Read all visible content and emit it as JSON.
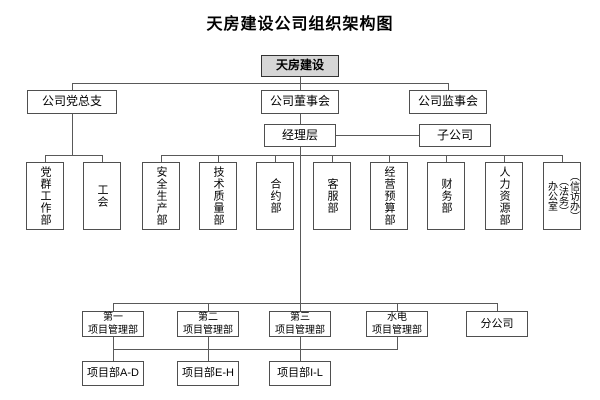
{
  "title": "天房建设公司组织架构图",
  "root": {
    "label": "天房建设"
  },
  "level1": [
    {
      "label": "公司党总支"
    },
    {
      "label": "公司董事会"
    },
    {
      "label": "公司监事会"
    }
  ],
  "level2": [
    {
      "label": "经理层"
    },
    {
      "label": "子公司"
    }
  ],
  "party_departments": [
    {
      "label": "党群工作部"
    },
    {
      "label": "工会"
    }
  ],
  "departments": [
    {
      "label": "安全生产部"
    },
    {
      "label": "技术质量部"
    },
    {
      "label": "合约部"
    },
    {
      "label": "客服部"
    },
    {
      "label": "经营预算部"
    },
    {
      "label": "财务部"
    },
    {
      "label": "人力资源部"
    },
    {
      "label": "办公室（法务）（信访办）",
      "columns": [
        "办公室",
        "（法务）",
        "（信访办）"
      ]
    }
  ],
  "project_row": [
    {
      "line1": "第一",
      "line2": "项目管理部"
    },
    {
      "line1": "第二",
      "line2": "项目管理部"
    },
    {
      "line1": "第三",
      "line2": "项目管理部"
    },
    {
      "line1": "水电",
      "line2": "项目管理部"
    },
    {
      "label": "分公司"
    }
  ],
  "bottom_row": [
    {
      "label": "项目部A-D"
    },
    {
      "label": "项目部E-H"
    },
    {
      "label": "项目部I-L"
    }
  ],
  "colors": {
    "background": "#ffffff",
    "box_border": "#4f4f4f",
    "root_fill": "#d6d6d6",
    "line": "#595959",
    "text": "#000000"
  }
}
